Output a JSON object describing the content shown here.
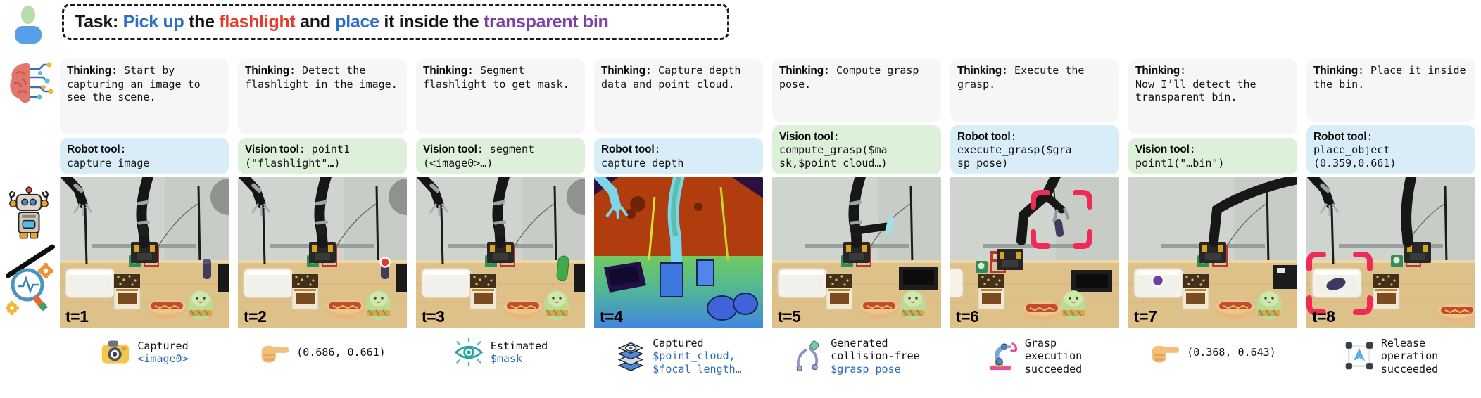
{
  "colors": {
    "accent_blue": "#2e6fc2",
    "accent_red": "#e8392c",
    "accent_purple": "#7b3fa8",
    "text_black": "#161616",
    "code_blue": "#2b6cb8",
    "thinking_bg": "#f6f6f6",
    "robot_tool_bg": "#d9edf9",
    "vision_tool_bg": "#ddf0da",
    "highlight_pink": "#ef2a55",
    "marker_red": "#e6382b",
    "marker_green": "#3fa94c",
    "marker_purple": "#6b3fa4"
  },
  "task": {
    "segments": [
      {
        "text": "Task",
        "color": "black"
      },
      {
        "text": ": ",
        "color": "black"
      },
      {
        "text": "Pick up",
        "color": "blue"
      },
      {
        "text": " the ",
        "color": "black"
      },
      {
        "text": "flashlight",
        "color": "red"
      },
      {
        "text": " and ",
        "color": "black"
      },
      {
        "text": "place",
        "color": "blue"
      },
      {
        "text": " it inside the ",
        "color": "black"
      },
      {
        "text": "transparent bin",
        "color": "purple"
      }
    ]
  },
  "rail_icons": [
    "user-icon",
    "brain-circuit-icon",
    "robot-icon",
    "search-gears-icon"
  ],
  "columns": [
    {
      "thinking_label": "Thinking",
      "thinking_text": "Start by capturing an image to see the scene.",
      "tool_label": "Robot tool",
      "tool_kind": "robot",
      "tool_code": "\ncapture_image",
      "scene": "rgb-initial",
      "time_label": "t=1",
      "caption_icon": "camera-icon",
      "caption_lines": [
        [
          {
            "text": "Captured"
          }
        ],
        [
          {
            "text": "<image0>",
            "blue": true
          }
        ]
      ]
    },
    {
      "thinking_label": "Thinking",
      "thinking_text": "Detect the flashlight in the image.",
      "tool_label": "Vision tool",
      "tool_kind": "vision",
      "tool_code": "point1\n(\"flashlight\"…)",
      "scene": "rgb-point-marker",
      "time_label": "t=2",
      "caption_icon": "pointing-hand-icon",
      "caption_lines": [
        [
          {
            "text": "(0.686, 0.661)"
          }
        ]
      ]
    },
    {
      "thinking_label": "Thinking",
      "thinking_text": "Segment flashlight to get mask.",
      "tool_label": "Vision tool",
      "tool_kind": "vision",
      "tool_code": "segment\n(<image0>…)",
      "scene": "rgb-mask",
      "time_label": "t=3",
      "caption_icon": "eye-icon",
      "caption_lines": [
        [
          {
            "text": "Estimated"
          }
        ],
        [
          {
            "text": "$mask",
            "blue": true
          }
        ]
      ]
    },
    {
      "thinking_label": "Thinking",
      "thinking_text": "Capture depth data and point cloud.",
      "tool_label": "Robot tool",
      "tool_kind": "robot",
      "tool_code": "\ncapture_depth",
      "scene": "depth-map",
      "time_label": "t=4",
      "caption_icon": "layers-eye-icon",
      "caption_lines": [
        [
          {
            "text": "Captured"
          }
        ],
        [
          {
            "text": "$point_cloud,",
            "blue": true
          }
        ],
        [
          {
            "text": "$focal_length…",
            "blue": true
          }
        ]
      ]
    },
    {
      "thinking_label": "Thinking",
      "thinking_text": "Compute grasp pose.",
      "tool_label": "Vision tool",
      "tool_kind": "vision",
      "tool_code": "\ncompute_grasp($ma\nsk,$point_cloud…)",
      "scene": "rgb-pregrasp",
      "time_label": "t=5",
      "caption_icon": "gripper-icon",
      "caption_lines": [
        [
          {
            "text": "Generated"
          }
        ],
        [
          {
            "text": "collision-free"
          }
        ],
        [
          {
            "text": "$grasp_pose",
            "blue": true
          }
        ]
      ]
    },
    {
      "thinking_label": "Thinking",
      "thinking_text": "Execute the grasp.",
      "tool_label": "Robot tool",
      "tool_kind": "robot",
      "tool_code": "\nexecute_grasp($gra\nsp_pose)",
      "scene": "rgb-grasp",
      "time_label": "t=6",
      "caption_icon": "robot-arm-icon",
      "caption_lines": [
        [
          {
            "text": "Grasp"
          }
        ],
        [
          {
            "text": "execution"
          }
        ],
        [
          {
            "text": "succeeded"
          }
        ]
      ]
    },
    {
      "thinking_label": "Thinking",
      "thinking_text": "\nNow I’ll detect the transparent bin.",
      "tool_label": "Vision tool",
      "tool_kind": "vision",
      "tool_code": "\npoint1(\"…bin\")",
      "scene": "rgb-bin-marker",
      "time_label": "t=7",
      "caption_icon": "pointing-hand-icon",
      "caption_lines": [
        [
          {
            "text": "(0.368, 0.643)"
          }
        ]
      ]
    },
    {
      "thinking_label": "Thinking",
      "thinking_text": "Place it inside the bin.",
      "tool_label": "Robot tool",
      "tool_kind": "robot",
      "tool_code": "\nplace_object\n(0.359,0.661)",
      "scene": "rgb-place",
      "time_label": "t=8",
      "caption_icon": "release-icon",
      "caption_lines": [
        [
          {
            "text": "Release"
          }
        ],
        [
          {
            "text": "operation"
          }
        ],
        [
          {
            "text": "succeeded"
          }
        ]
      ]
    }
  ]
}
